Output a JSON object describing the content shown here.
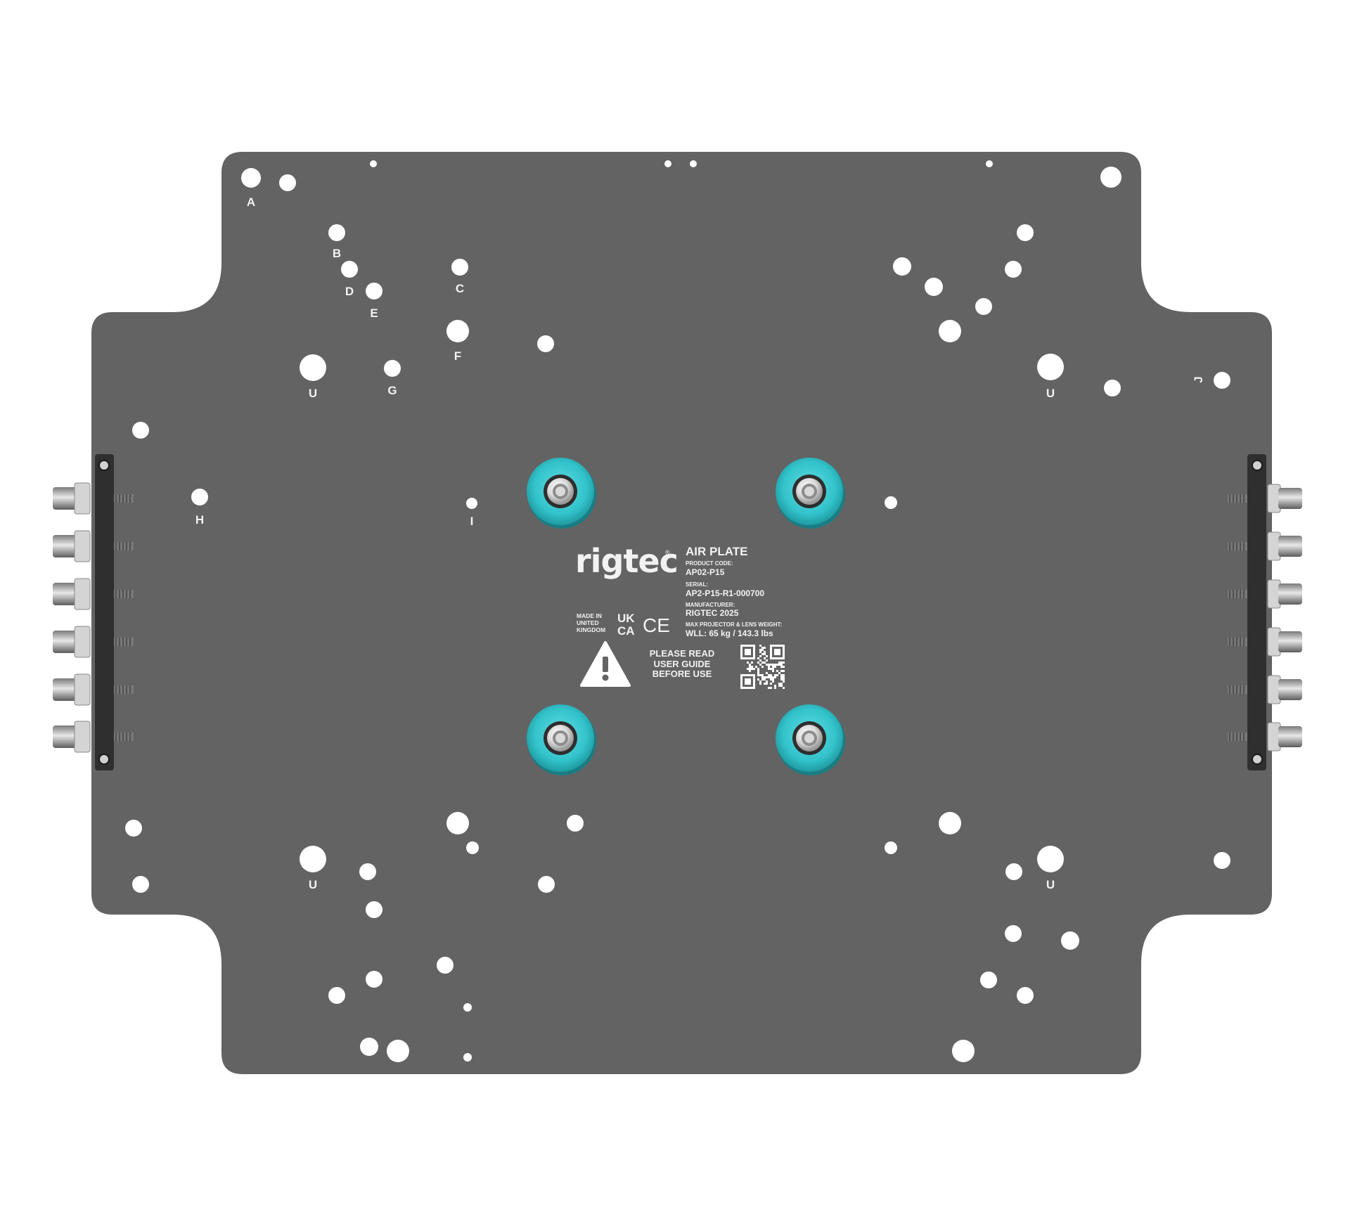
{
  "colors": {
    "background": "#ffffff",
    "plate": "#636363",
    "hole": "#ffffff",
    "accent": "#32c4cc",
    "label": "#f2f2f2",
    "rail": "#2f2f2f"
  },
  "brand": {
    "logo": "rigtec",
    "registered": "®"
  },
  "info": {
    "title": "AIR PLATE",
    "product_code_label": "PRODUCT CODE:",
    "product_code": "AP02-P15",
    "serial_label": "SERIAL:",
    "serial": "AP2-P15-R1-000700",
    "manufacturer_label": "MANUFACTURER:",
    "manufacturer": "RIGTEC 2025",
    "weight_label": "MAX PROJECTOR & LENS WEIGHT:",
    "weight": "WLL: 65 kg / 143.3 lbs"
  },
  "origin": {
    "line1": "MADE IN",
    "line2": "UNITED",
    "line3": "KINGDOM"
  },
  "marks": {
    "ukca_top": "UK",
    "ukca_bottom": "CA",
    "ce": "CE"
  },
  "warning": {
    "icon": "warning-triangle-icon",
    "line1": "PLEASE READ",
    "line2": "USER GUIDE",
    "line3": "BEFORE USE"
  },
  "qr": {
    "icon": "qr-code-icon"
  },
  "hole_labels": [
    "A",
    "B",
    "C",
    "D",
    "E",
    "F",
    "G",
    "U",
    "U",
    "H",
    "I",
    "J",
    "U",
    "U"
  ]
}
